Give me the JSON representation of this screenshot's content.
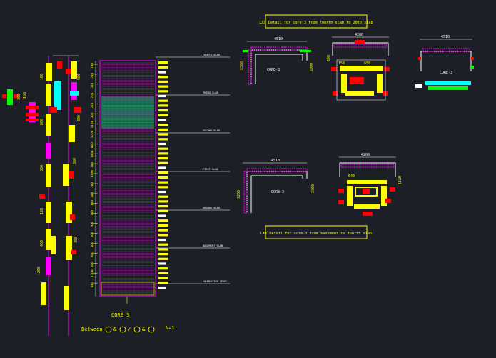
{
  "title_top": "LXX Detail for core-3 from fourth slab to 20th slab",
  "title_bottom": "LXX Detail for core-3 from basement to fourth slab",
  "core_caption": "CORE 3",
  "legend": {
    "between": "Between",
    "and": "&",
    "slash": "/",
    "n": "N=1"
  },
  "level_labels": [
    "FOURTH SLAB",
    "THIRD SLAB",
    "SECOND SLAB",
    "FIRST SLAB",
    "GROUND SLAB",
    "BASEMENT SLAB",
    "FOUNDATION LEVEL"
  ],
  "dims_top": {
    "a": "4510",
    "b": "4200",
    "c": "4510",
    "d": "2300",
    "e": "2300",
    "f": "150",
    "g": "650",
    "h": "200"
  },
  "dims_bottom": {
    "a": "4510",
    "b": "4200",
    "c": "2300",
    "d": "3200",
    "e": "640",
    "f": "1180"
  },
  "section_labels": {
    "core3_a": "CORE-3",
    "core3_b": "CORE-3",
    "core3_c": "CORE-3"
  },
  "left_dims": [
    "300",
    "150",
    "100",
    "800",
    "300",
    "120",
    "450",
    "1200",
    "500",
    "800",
    "300",
    "350"
  ],
  "column_ticks": [
    "700",
    "200",
    "300",
    "700",
    "200",
    "300",
    "1100",
    "1200",
    "900",
    "1000",
    "200",
    "1200",
    "200",
    "300",
    "1100",
    "1200",
    "700",
    "200",
    "300",
    "700",
    "200",
    "1200",
    "900"
  ],
  "colors": {
    "bg": "#1c1f25",
    "yellow": "#ffff00",
    "magenta": "#ff00ff",
    "red": "#ff0000",
    "cyan": "#00ffff",
    "green": "#00ff00",
    "white": "#ffffff",
    "blue": "#3a7bff"
  }
}
